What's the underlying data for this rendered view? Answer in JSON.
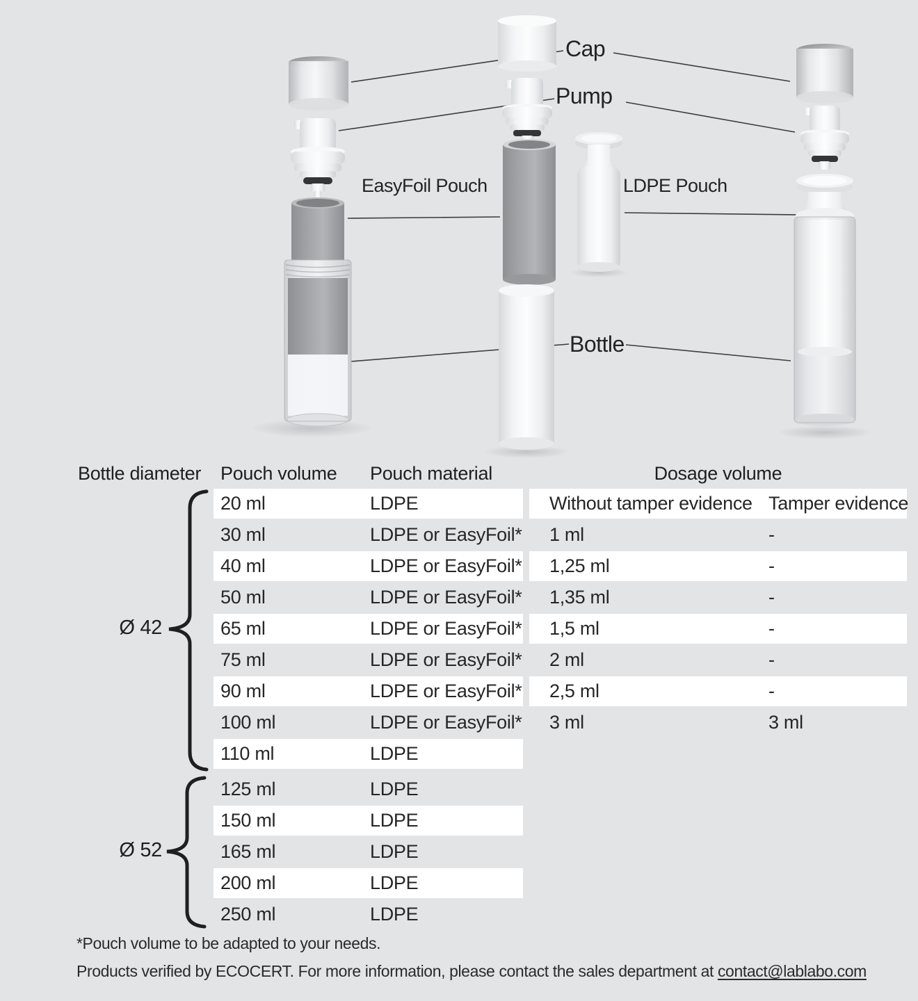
{
  "colors": {
    "background": "#e3e4e6",
    "row_band": "#ffffff",
    "text": "#262626",
    "connector_line": "#3c3c3c",
    "pouch_gray": "#9a9c9f",
    "gasket_dark": "#333538"
  },
  "diagram": {
    "labels": {
      "cap": "Cap",
      "pump": "Pump",
      "easyfoil_pouch": "EasyFoil Pouch",
      "ldpe_pouch": "LDPE Pouch",
      "bottle": "Bottle"
    }
  },
  "table": {
    "headers": {
      "bottle_diameter": "Bottle diameter",
      "pouch_volume": "Pouch volume",
      "pouch_material": "Pouch material",
      "dosage_volume": "Dosage volume"
    },
    "dosage_subheaders": {
      "without": "Without tamper evidence",
      "with": "Tamper evidence"
    },
    "groups": [
      {
        "diameter": "Ø 42",
        "rows": [
          {
            "volume": "20 ml",
            "material": "LDPE",
            "dosage_without": "",
            "dosage_with": ""
          },
          {
            "volume": "30 ml",
            "material": "LDPE or EasyFoil*",
            "dosage_without": "1 ml",
            "dosage_with": "-"
          },
          {
            "volume": "40 ml",
            "material": "LDPE or EasyFoil*",
            "dosage_without": "1,25 ml",
            "dosage_with": "-"
          },
          {
            "volume": "50 ml",
            "material": "LDPE or EasyFoil*",
            "dosage_without": "1,35 ml",
            "dosage_with": "-"
          },
          {
            "volume": "65 ml",
            "material": "LDPE or EasyFoil*",
            "dosage_without": "1,5 ml",
            "dosage_with": "-"
          },
          {
            "volume": "75 ml",
            "material": "LDPE or EasyFoil*",
            "dosage_without": "2 ml",
            "dosage_with": "-"
          },
          {
            "volume": "90 ml",
            "material": "LDPE or EasyFoil*",
            "dosage_without": "2,5 ml",
            "dosage_with": "-"
          },
          {
            "volume": "100 ml",
            "material": "LDPE or EasyFoil*",
            "dosage_without": "3 ml",
            "dosage_with": "3 ml"
          },
          {
            "volume": "110 ml",
            "material": "LDPE",
            "dosage_without": null,
            "dosage_with": null
          }
        ]
      },
      {
        "diameter": "Ø 52",
        "rows": [
          {
            "volume": "125 ml",
            "material": "LDPE",
            "dosage_without": null,
            "dosage_with": null
          },
          {
            "volume": "150 ml",
            "material": "LDPE",
            "dosage_without": null,
            "dosage_with": null
          },
          {
            "volume": "165 ml",
            "material": "LDPE",
            "dosage_without": null,
            "dosage_with": null
          },
          {
            "volume": "200 ml",
            "material": "LDPE",
            "dosage_without": null,
            "dosage_with": null
          },
          {
            "volume": "250 ml",
            "material": "LDPE",
            "dosage_without": null,
            "dosage_with": null
          }
        ]
      }
    ]
  },
  "notes": {
    "footnote": "*Pouch volume to be adapted to your needs.",
    "footer_text": "Products verified by ECOCERT. For more information, please contact the sales department at ",
    "footer_link": "contact@lablabo.com"
  }
}
